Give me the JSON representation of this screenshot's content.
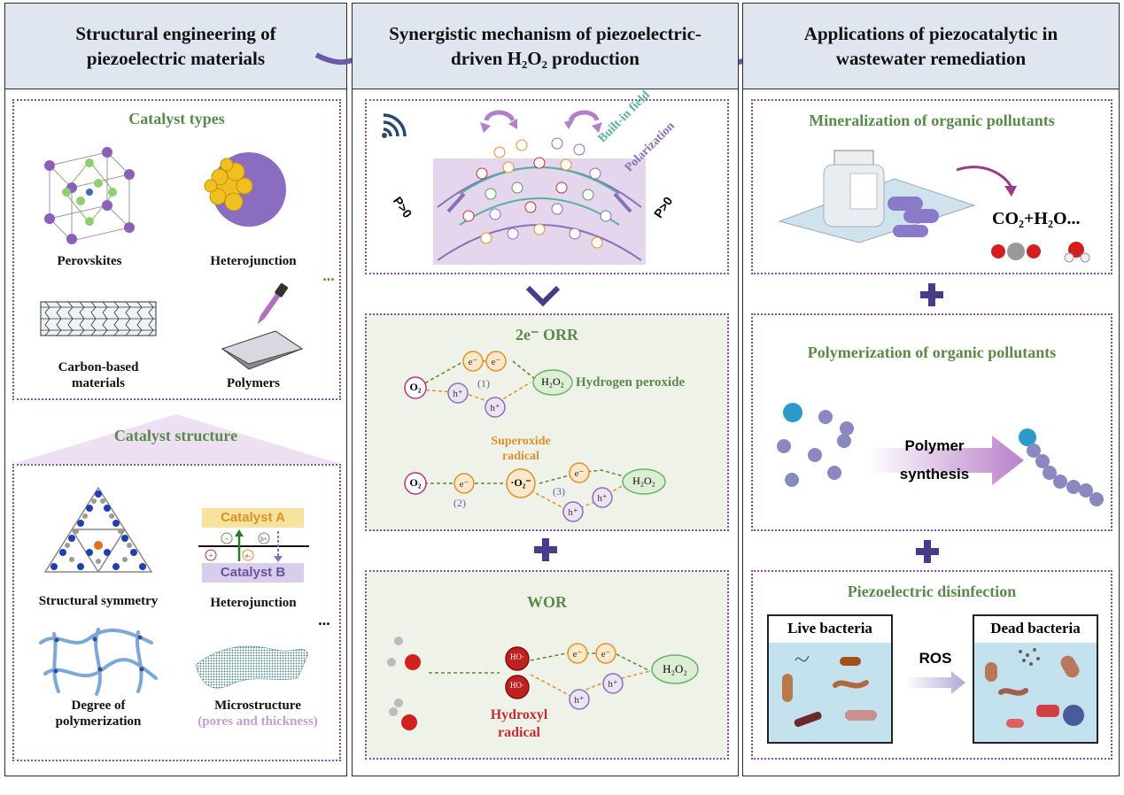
{
  "headers": {
    "col1_line1": "Structural engineering of",
    "col1_line2": "piezoelectric materials",
    "col2_line1": "Synergistic mechanism of piezoelectric-",
    "col2_line2": "driven H₂O₂ production",
    "col3_line1": "Applications of piezocatalytic in",
    "col3_line2": "wastewater remediation"
  },
  "catalyst_types": {
    "title": "Catalyst types",
    "perovskites": "Perovskites",
    "heterojunction": "Heterojunction",
    "carbon_line1": "Carbon-based",
    "carbon_line2": "materials",
    "polymers": "Polymers",
    "ellipsis": "..."
  },
  "catalyst_structure": {
    "title": "Catalyst structure",
    "symmetry": "Structural symmetry",
    "heterojunction": "Heterojunction",
    "catalyst_a": "Catalyst A",
    "catalyst_b": "Catalyst B",
    "degree_line1": "Degree of",
    "degree_line2": "polymerization",
    "micro_line1": "Microstructure",
    "micro_line2": "(pores and thickness)",
    "ellipsis": "..."
  },
  "mechanism": {
    "built_in_field": "Built-in field",
    "polarization": "Polarization",
    "p_left": "P>0",
    "p_right": "P>0"
  },
  "orr": {
    "title": "2e⁻ ORR",
    "o2": "O₂",
    "path1": "(1)",
    "path2": "(2)",
    "path3": "(3)",
    "h2o2": "H₂O₂",
    "hydrogen_peroxide": "Hydrogen peroxide",
    "superoxide_line1": "Superoxide",
    "superoxide_line2": "radical",
    "superoxide_species": "·O₂⁻",
    "electron": "e⁻",
    "hole": "h⁺"
  },
  "wor": {
    "title": "WOR",
    "ho": "HO·",
    "h2o2": "H₂O₂",
    "hydroxyl_line1": "Hydroxyl",
    "hydroxyl_line2": "radical"
  },
  "applications": {
    "mineralization_title": "Mineralization of organic pollutants",
    "products": "CO₂+H₂O...",
    "polymerization_title": "Polymerization of organic pollutants",
    "polymer_line1": "Polymer",
    "polymer_line2": "synthesis",
    "disinfection_title": "Piezoelectric disinfection",
    "live_bacteria": "Live bacteria",
    "dead_bacteria": "Dead bacteria",
    "ros": "ROS"
  },
  "colors": {
    "header_bg": "#dfe6ef",
    "panel_border": "#8a4a9a",
    "title_green": "#5a8a4a",
    "orange": "#e0902a",
    "purple": "#8a70b8",
    "magenta": "#c0307a",
    "green_node": "#6ab06a",
    "red": "#c03030"
  }
}
